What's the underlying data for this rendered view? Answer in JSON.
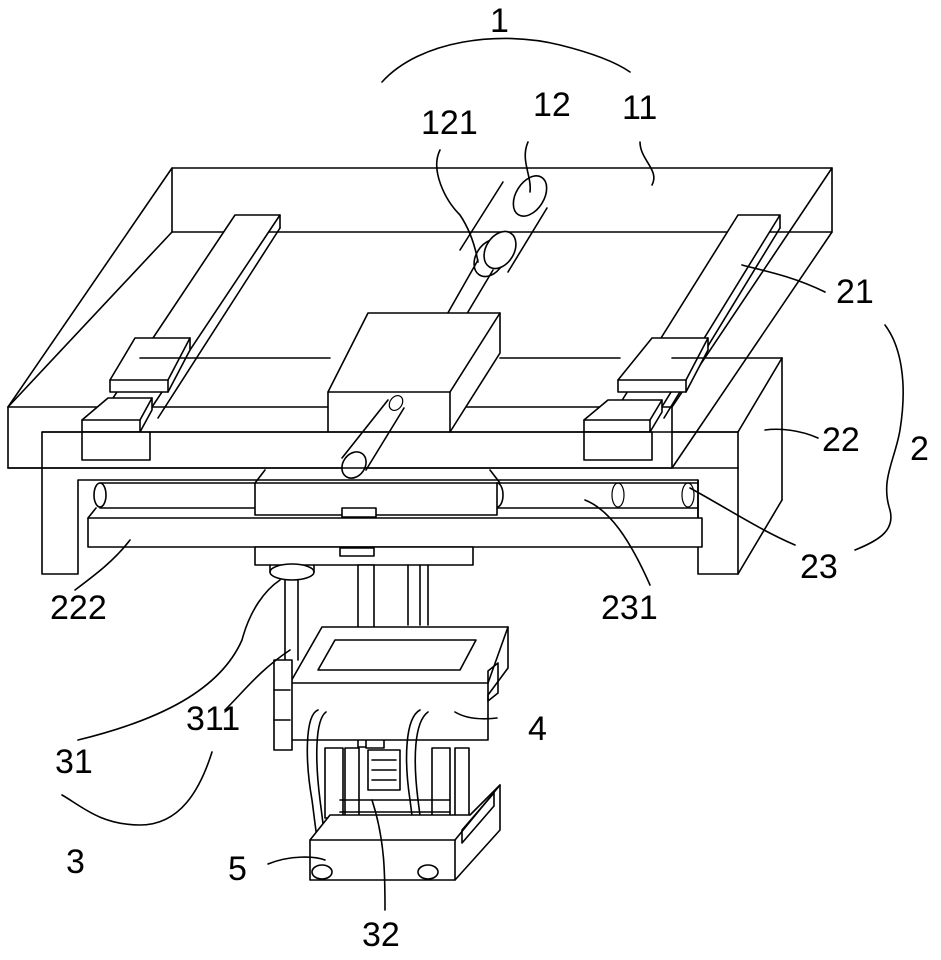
{
  "labels": {
    "l1": "1",
    "l121": "121",
    "l12": "12",
    "l11": "11",
    "l21": "21",
    "l22": "22",
    "l2": "2",
    "l23": "23",
    "l231": "231",
    "l222": "222",
    "l311": "311",
    "l31": "31",
    "l4": "4",
    "l3": "3",
    "l5": "5",
    "l32": "32"
  }
}
